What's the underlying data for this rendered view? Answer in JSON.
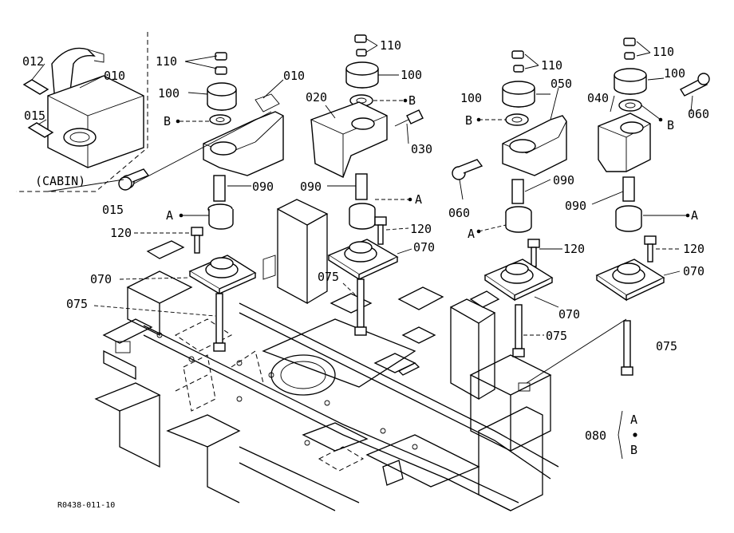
{
  "callouts": {
    "c012": "012",
    "c010a": "010",
    "c015a": "015",
    "c015b": "015",
    "cabin": "(CABIN)",
    "c110a": "110",
    "c100a": "100",
    "cBa": "B",
    "c010b": "010",
    "c090a": "090",
    "cAa": "A",
    "c120a": "120",
    "c070a": "070",
    "c075a": "075",
    "c110b": "110",
    "c100b": "100",
    "cBb": "B",
    "c020": "020",
    "c030": "030",
    "c090b": "090",
    "cAb": "A",
    "c120b": "120",
    "c070b": "070",
    "c075b": "075",
    "c110c": "110",
    "c100c": "100",
    "cBc": "B",
    "c050": "050",
    "c060a": "060",
    "c090c": "090",
    "cAc": "A",
    "c120c": "120",
    "c070c": "070",
    "c075c": "075",
    "c110d": "110",
    "c100d": "100",
    "c040": "040",
    "cBd": "B",
    "c060b": "060",
    "c090d": "090",
    "cAd": "A",
    "c120d": "120",
    "c070d": "070",
    "c075d": "075",
    "c080": "080",
    "cA080": "A",
    "cB080": "B"
  },
  "drawing_code": "R0438-011-10"
}
